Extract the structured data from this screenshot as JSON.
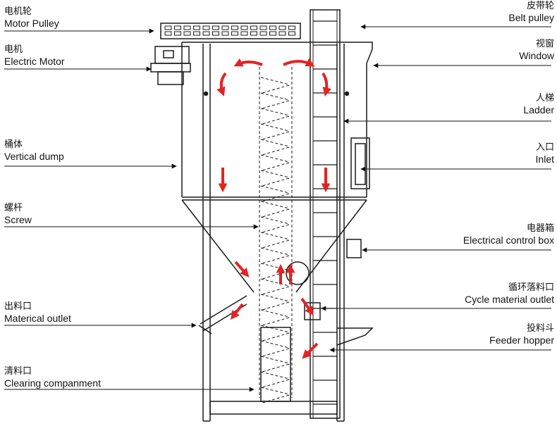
{
  "labels": {
    "motor_pulley": {
      "zh": "电机轮",
      "en": "Motor Pulley"
    },
    "electric_motor": {
      "zh": "电机",
      "en": "Electric Motor"
    },
    "vertical_dump": {
      "zh": "桶体",
      "en": "Vertical dump"
    },
    "screw": {
      "zh": "螺杆",
      "en": "Screw"
    },
    "material_outlet": {
      "zh": "出料口",
      "en": "Materical outlet"
    },
    "clearing": {
      "zh": "清料口",
      "en": "Clearing companment"
    },
    "belt_pulley": {
      "zh": "皮带轮",
      "en": "Belt pulley"
    },
    "window": {
      "zh": "视窗",
      "en": "Window"
    },
    "ladder": {
      "zh": "人梯",
      "en": "Ladder"
    },
    "inlet": {
      "zh": "入口",
      "en": "Inlet"
    },
    "control_box": {
      "zh": "电器箱",
      "en": "Electrical control box"
    },
    "cycle_outlet": {
      "zh": "循环落料口",
      "en": "Cycle material outlet"
    },
    "feeder_hopper": {
      "zh": "投料斗",
      "en": "Feeder hopper"
    }
  },
  "colors": {
    "line": "#1a1a1a",
    "flow_arrow": "#e52222",
    "background": "#ffffff"
  }
}
